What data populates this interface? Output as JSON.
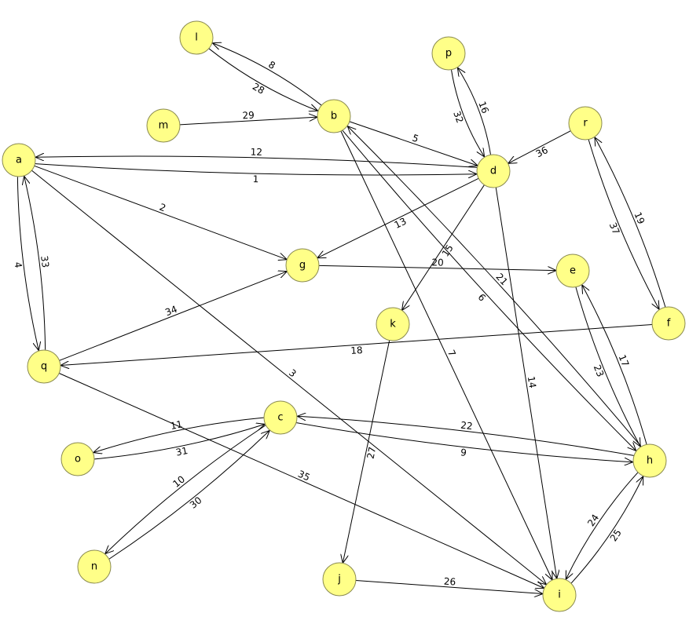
{
  "graph": {
    "node_color": "#ffff88",
    "nodes": [
      {
        "id": "a",
        "label": "a"
      },
      {
        "id": "b",
        "label": "b"
      },
      {
        "id": "c",
        "label": "c"
      },
      {
        "id": "d",
        "label": "d"
      },
      {
        "id": "e",
        "label": "e"
      },
      {
        "id": "f",
        "label": "f"
      },
      {
        "id": "g",
        "label": "g"
      },
      {
        "id": "h",
        "label": "h"
      },
      {
        "id": "i",
        "label": "i"
      },
      {
        "id": "j",
        "label": "j"
      },
      {
        "id": "k",
        "label": "k"
      },
      {
        "id": "l",
        "label": "l"
      },
      {
        "id": "m",
        "label": "m"
      },
      {
        "id": "n",
        "label": "n"
      },
      {
        "id": "o",
        "label": "o"
      },
      {
        "id": "p",
        "label": "p"
      },
      {
        "id": "q",
        "label": "q"
      },
      {
        "id": "r",
        "label": "r"
      }
    ],
    "edges": [
      {
        "from": "a",
        "to": "d",
        "label": "1"
      },
      {
        "from": "a",
        "to": "g",
        "label": "2"
      },
      {
        "from": "a",
        "to": "i",
        "label": "3"
      },
      {
        "from": "a",
        "to": "q",
        "label": "4"
      },
      {
        "from": "b",
        "to": "d",
        "label": "5"
      },
      {
        "from": "b",
        "to": "h",
        "label": "6"
      },
      {
        "from": "b",
        "to": "i",
        "label": "7"
      },
      {
        "from": "b",
        "to": "l",
        "label": "8"
      },
      {
        "from": "c",
        "to": "h",
        "label": "9"
      },
      {
        "from": "c",
        "to": "n",
        "label": "10"
      },
      {
        "from": "c",
        "to": "o",
        "label": "11"
      },
      {
        "from": "d",
        "to": "a",
        "label": "12"
      },
      {
        "from": "d",
        "to": "g",
        "label": "13"
      },
      {
        "from": "d",
        "to": "i",
        "label": "14"
      },
      {
        "from": "d",
        "to": "k",
        "label": "15"
      },
      {
        "from": "d",
        "to": "p",
        "label": "16"
      },
      {
        "from": "h",
        "to": "e",
        "label": "17"
      },
      {
        "from": "f",
        "to": "q",
        "label": "18"
      },
      {
        "from": "f",
        "to": "r",
        "label": "19"
      },
      {
        "from": "g",
        "to": "e",
        "label": "20"
      },
      {
        "from": "h",
        "to": "b",
        "label": "21"
      },
      {
        "from": "h",
        "to": "c",
        "label": "22"
      },
      {
        "from": "e",
        "to": "h",
        "label": "23"
      },
      {
        "from": "h",
        "to": "i",
        "label": "24"
      },
      {
        "from": "i",
        "to": "h",
        "label": "25"
      },
      {
        "from": "j",
        "to": "i",
        "label": "26"
      },
      {
        "from": "k",
        "to": "j",
        "label": "27"
      },
      {
        "from": "l",
        "to": "b",
        "label": "28"
      },
      {
        "from": "m",
        "to": "b",
        "label": "29"
      },
      {
        "from": "n",
        "to": "c",
        "label": "30"
      },
      {
        "from": "o",
        "to": "c",
        "label": "31"
      },
      {
        "from": "p",
        "to": "d",
        "label": "32"
      },
      {
        "from": "q",
        "to": "a",
        "label": "33"
      },
      {
        "from": "q",
        "to": "g",
        "label": "34"
      },
      {
        "from": "q",
        "to": "i",
        "label": "35"
      },
      {
        "from": "r",
        "to": "d",
        "label": "36"
      },
      {
        "from": "r",
        "to": "f",
        "label": "37"
      }
    ]
  }
}
